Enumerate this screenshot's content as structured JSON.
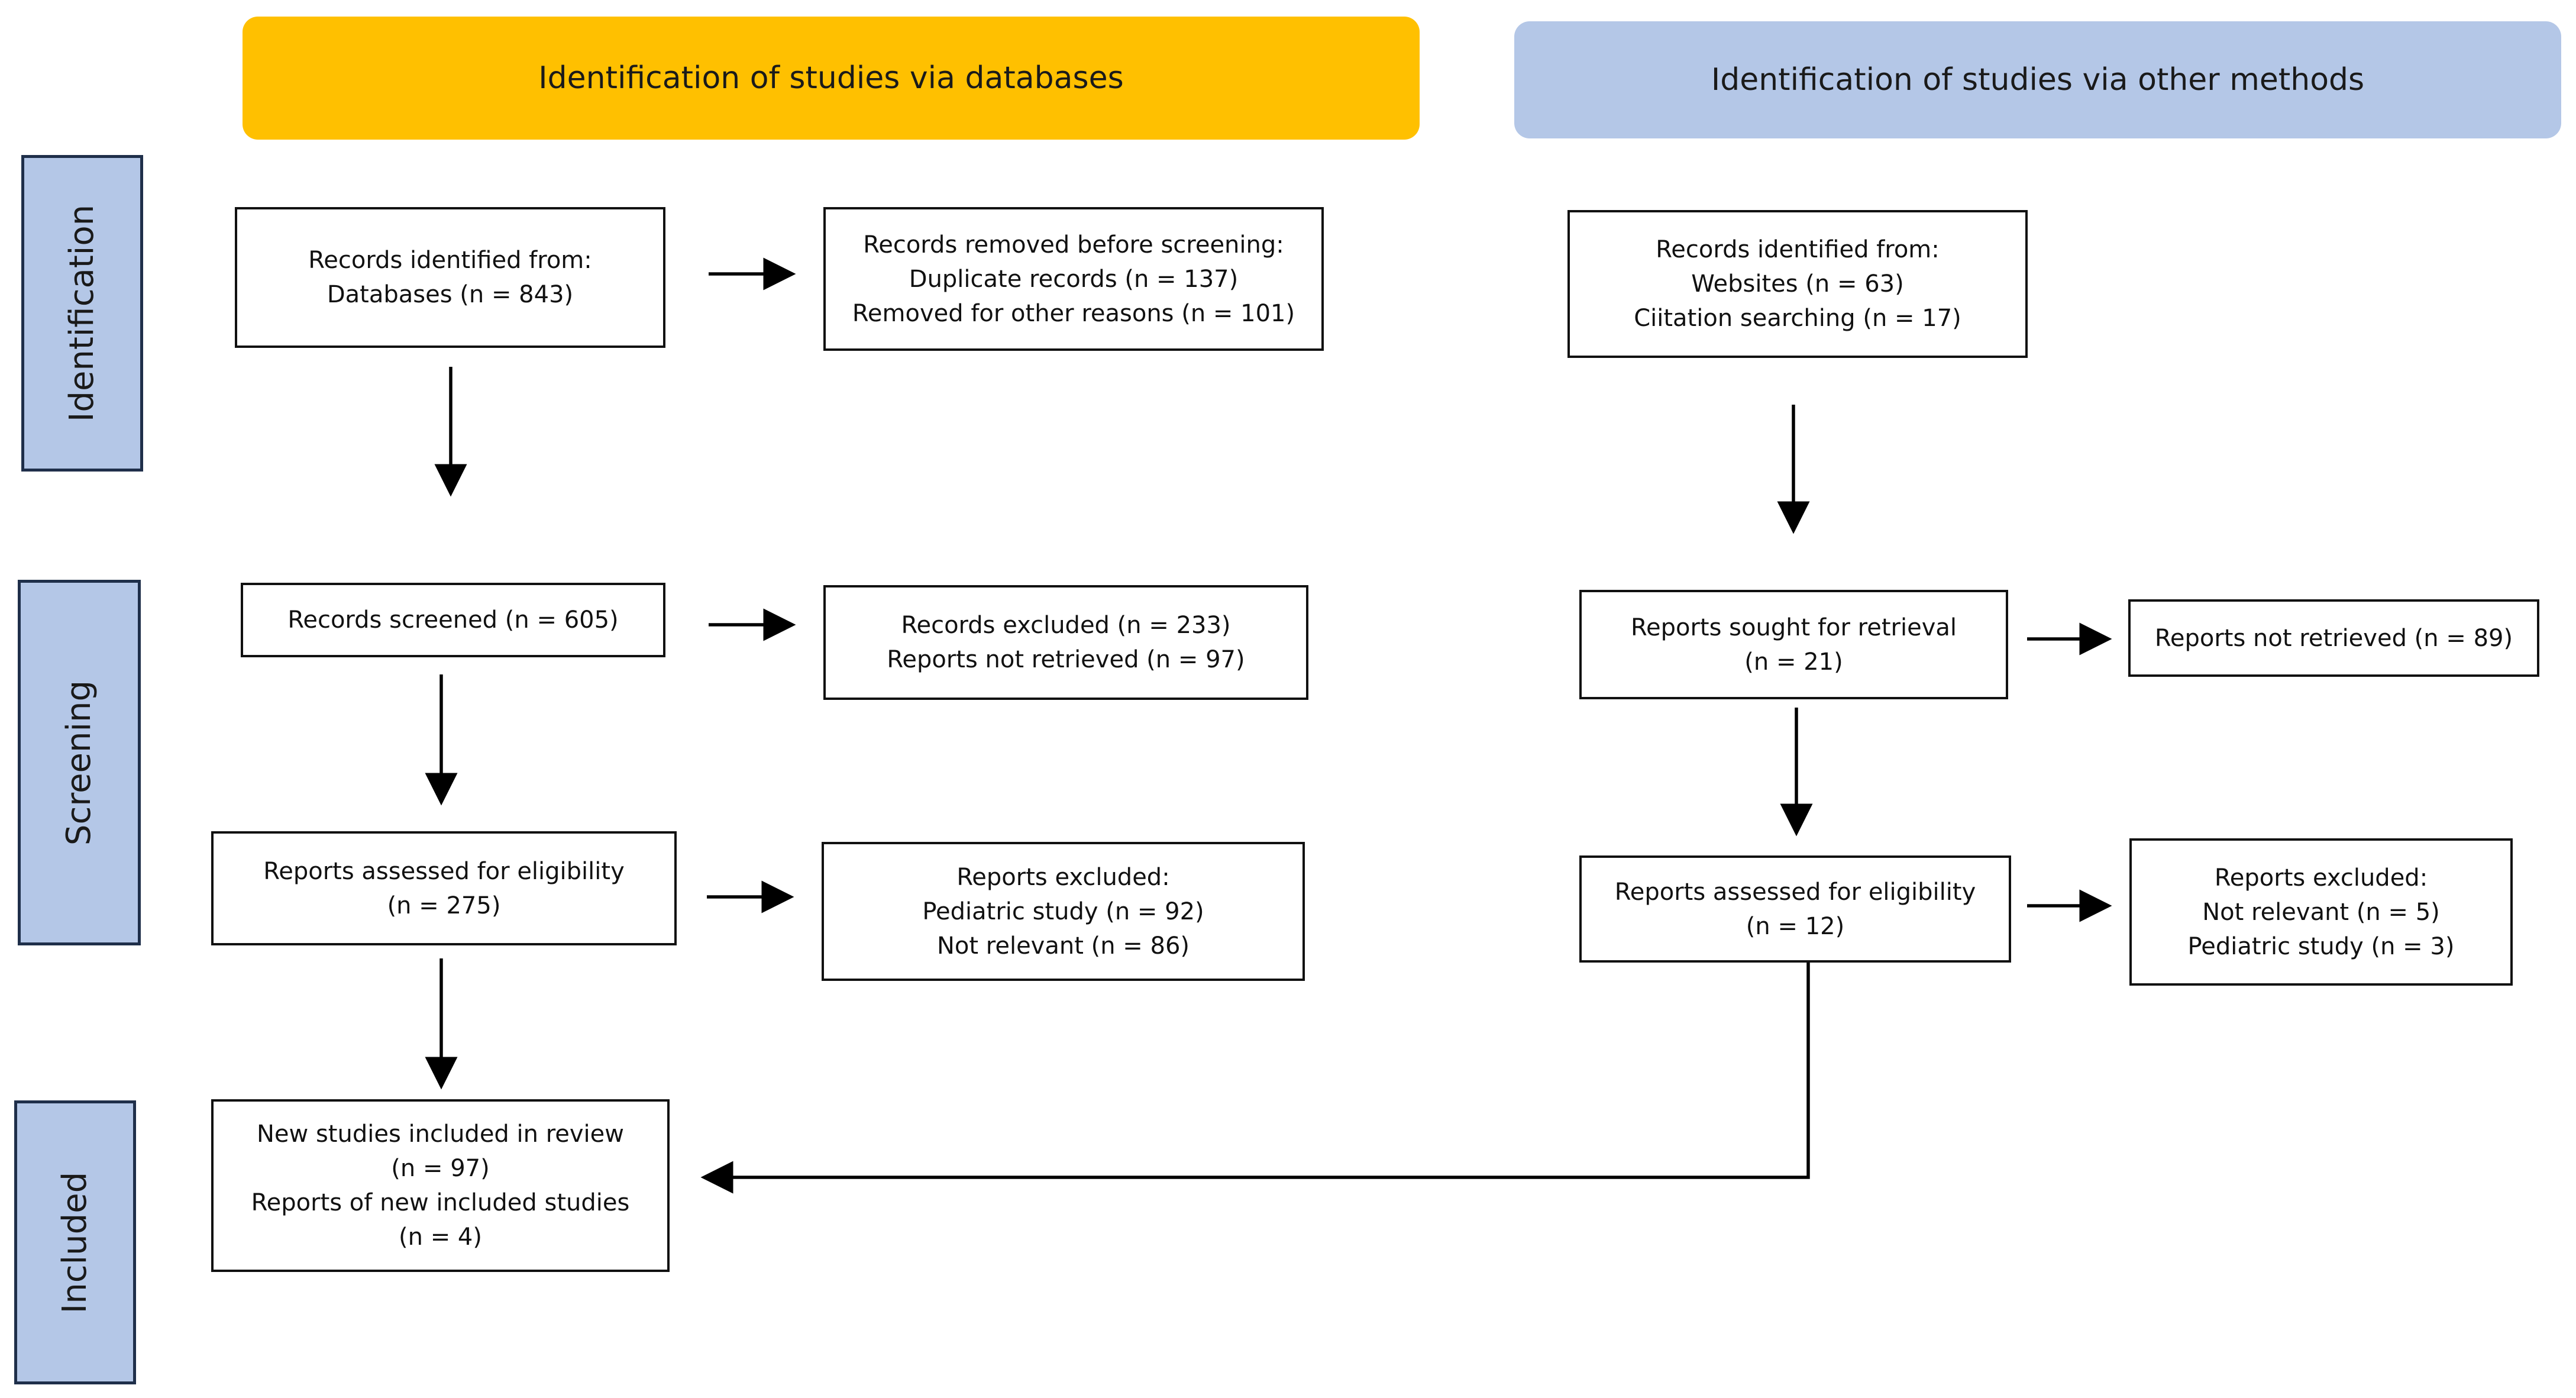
{
  "colors": {
    "header_databases": "#FFC000",
    "header_other": "#B4C7E7",
    "phase_label_fill": "#B4C7E7",
    "box_border": "#111111",
    "arrow": "#000000"
  },
  "headers": {
    "databases": "Identification of studies via databases",
    "other_methods": "Identification of studies via other methods"
  },
  "phases": {
    "identification": "Identification",
    "screening": "Screening",
    "included": "Included"
  },
  "databases": {
    "records_identified": {
      "lines": [
        "Records identified from:",
        "Databases (n = 843)"
      ]
    },
    "records_removed": {
      "lines": [
        "Records removed before screening:",
        "Duplicate records (n = 137)",
        "Removed for other reasons (n = 101)"
      ]
    },
    "records_screened": {
      "lines": [
        "Records screened (n = 605)"
      ]
    },
    "records_excluded": {
      "lines": [
        "Records excluded (n = 233)",
        "Reports not retrieved (n = 97)"
      ]
    },
    "reports_assessed": {
      "lines": [
        "Reports assessed for eligibility",
        "(n = 275)"
      ]
    },
    "reports_excluded": {
      "lines": [
        "Reports excluded:",
        "Pediatric study (n = 92)",
        "Not relevant (n = 86)"
      ]
    },
    "included": {
      "lines": [
        "New studies included in review",
        "(n = 97)",
        "Reports of new included studies",
        "(n = 4)"
      ]
    }
  },
  "other_methods": {
    "records_identified": {
      "lines": [
        "Records identified from:",
        "Websites (n = 63)",
        "Ciitation searching (n = 17)"
      ]
    },
    "reports_sought": {
      "lines": [
        "Reports sought for retrieval",
        "(n = 21)"
      ]
    },
    "reports_not_retrieved": {
      "lines": [
        "Reports not retrieved (n = 89)"
      ]
    },
    "reports_assessed": {
      "lines": [
        "Reports assessed for eligibility",
        "(n = 12)"
      ]
    },
    "reports_excluded": {
      "lines": [
        "Reports excluded:",
        "Not relevant (n = 5)",
        "Pediatric study (n = 3)"
      ]
    }
  }
}
